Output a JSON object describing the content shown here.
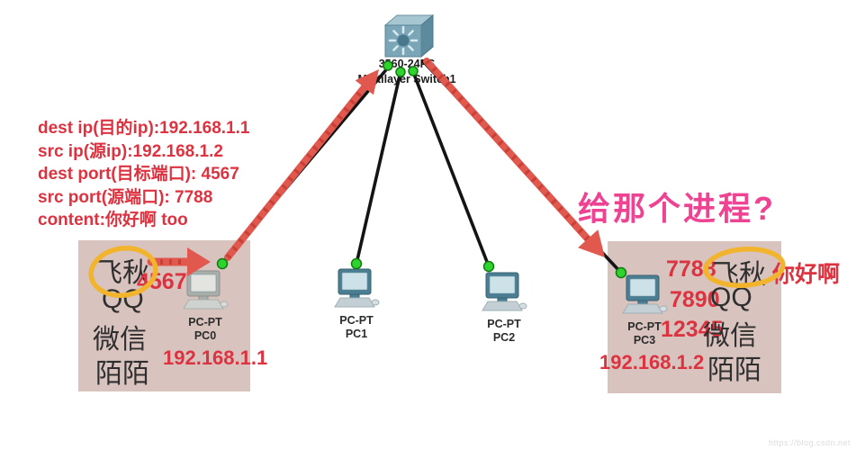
{
  "colors": {
    "annotation_red": "#dd3340",
    "question_magenta": "#ee4393",
    "highlight_yellow": "#f2b42d",
    "panel_pink": "#d8c3bf",
    "arrow_red": "#e0584e",
    "link_green": "#2ed32e"
  },
  "switch": {
    "model": "3560-24PS",
    "name": "Multilayer Switch1"
  },
  "packet_note": {
    "lines": [
      "dest ip(目的ip):192.168.1.1",
      "src ip(源ip):192.168.1.2",
      "dest port(目标端口): 4567",
      "src port(源端口): 7788",
      "content:你好啊 too"
    ]
  },
  "question": "给那个进程?",
  "left_host": {
    "apps": [
      "飞秋",
      "QQ",
      "微信",
      "陌陌"
    ],
    "highlighted_app": "飞秋",
    "dest_port": "4567",
    "pc_model": "PC-PT",
    "pc_name": "PC0",
    "ip": "192.168.1.1"
  },
  "middle_hosts": [
    {
      "pc_model": "PC-PT",
      "pc_name": "PC1"
    },
    {
      "pc_model": "PC-PT",
      "pc_name": "PC2"
    }
  ],
  "right_host": {
    "port_rows": [
      {
        "port": "7788",
        "app": "飞秋",
        "note": "你好啊"
      },
      {
        "port": "7890",
        "app": "QQ"
      },
      {
        "port": "12345",
        "app": "微信"
      },
      {
        "port": "",
        "app": "陌陌"
      }
    ],
    "highlighted_app": "飞秋",
    "pc_model": "PC-PT",
    "pc_name": "PC3",
    "ip": "192.168.1.2"
  },
  "watermark": "https://blog.csdn.net"
}
